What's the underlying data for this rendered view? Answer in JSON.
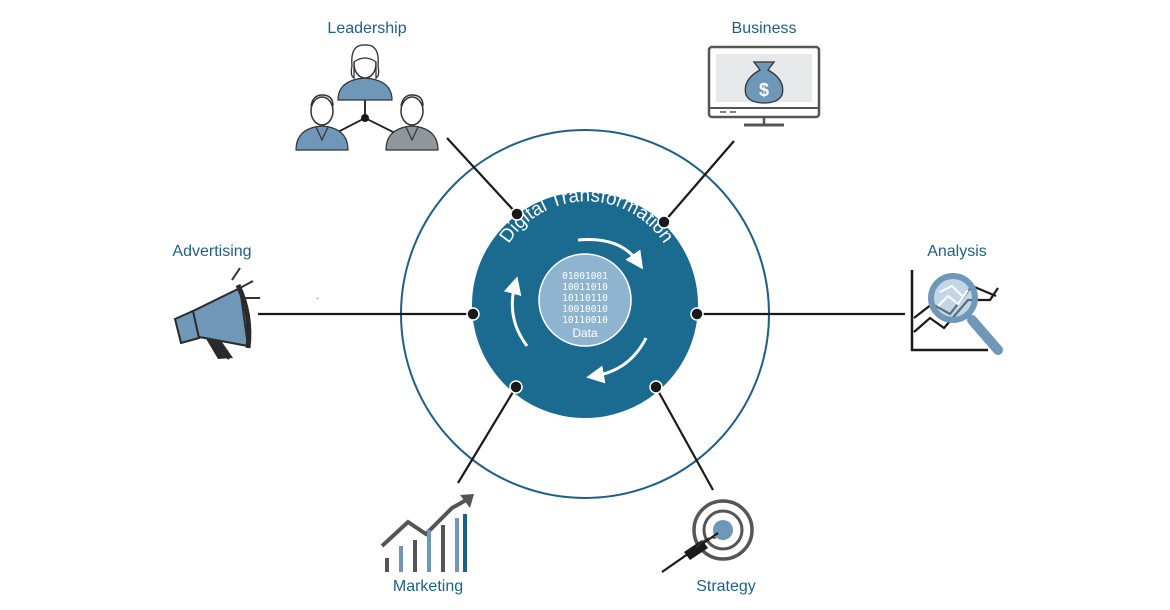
{
  "hub": {
    "title": "Digital Transformation",
    "core_label": "Data",
    "binary_lines": [
      "01001001",
      "10011010",
      "10110110",
      "10010010",
      "10110010"
    ]
  },
  "nodes": {
    "leadership": "Leadership",
    "business": "Business",
    "advertising": "Advertising",
    "analysis": "Analysis",
    "marketing": "Marketing",
    "strategy": "Strategy"
  },
  "colors": {
    "primary": "#1f5f86",
    "hub_fill": "#1b6a8f",
    "core_fill": "#8eb4cf",
    "icon_blue": "#6f97b8",
    "icon_gray": "#8f969c",
    "line": "#1a1a1a"
  },
  "icons": [
    "people-network-icon",
    "money-bag-monitor-icon",
    "megaphone-icon",
    "magnifier-chart-icon",
    "growth-bar-chart-icon",
    "target-dart-icon"
  ]
}
